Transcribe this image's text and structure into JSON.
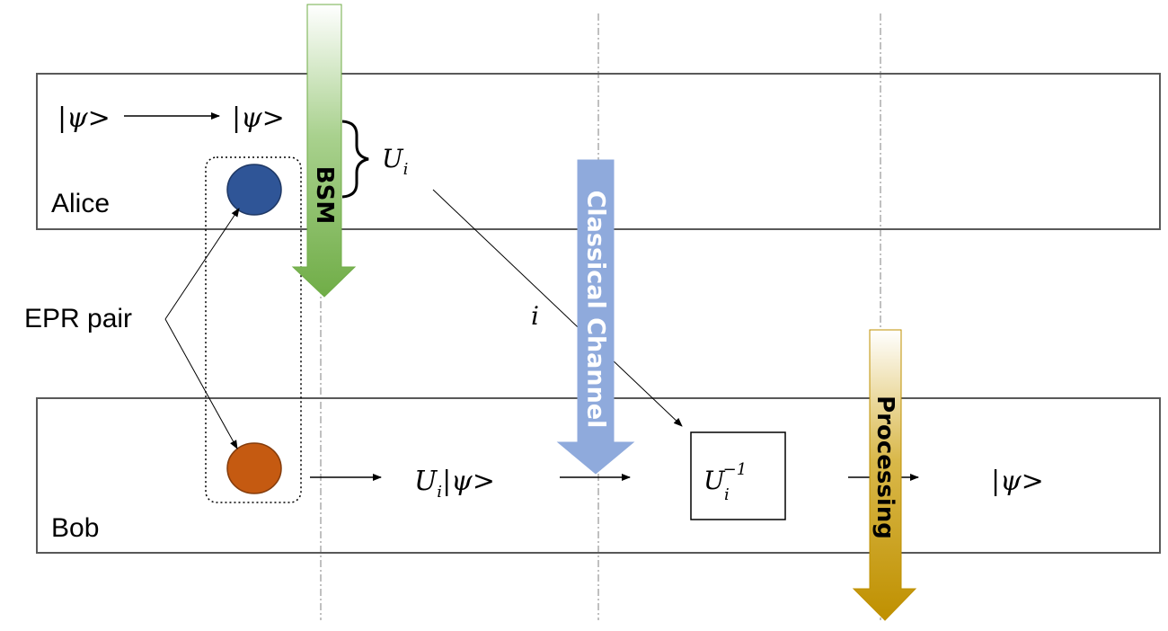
{
  "lanes": {
    "alice": {
      "label": "Alice"
    },
    "bob": {
      "label": "Bob"
    }
  },
  "epr": {
    "label": "EPR pair"
  },
  "alice_states": {
    "input": "|ψ>",
    "copy": "|ψ>"
  },
  "alice_unitary": {
    "base": "U",
    "sub": "i"
  },
  "classical_bit": {
    "label": "i"
  },
  "bob_state": {
    "prefix": "U",
    "sub": "i",
    "suffix": "|ψ>"
  },
  "inverse_box": {
    "base": "U",
    "sub": "i",
    "sup": "−1"
  },
  "output_state": {
    "label": "|ψ>"
  },
  "stage_arrows": {
    "bsm": {
      "label": "BSM",
      "color": "#6aa84f"
    },
    "classical": {
      "label": "Classical Channel",
      "color": "#8faadc"
    },
    "processing": {
      "label": "Processing",
      "color": "#bf9000"
    }
  },
  "colors": {
    "alice_qubit": "#2f5597",
    "bob_qubit": "#c55a11",
    "lane_border": "#595959"
  }
}
